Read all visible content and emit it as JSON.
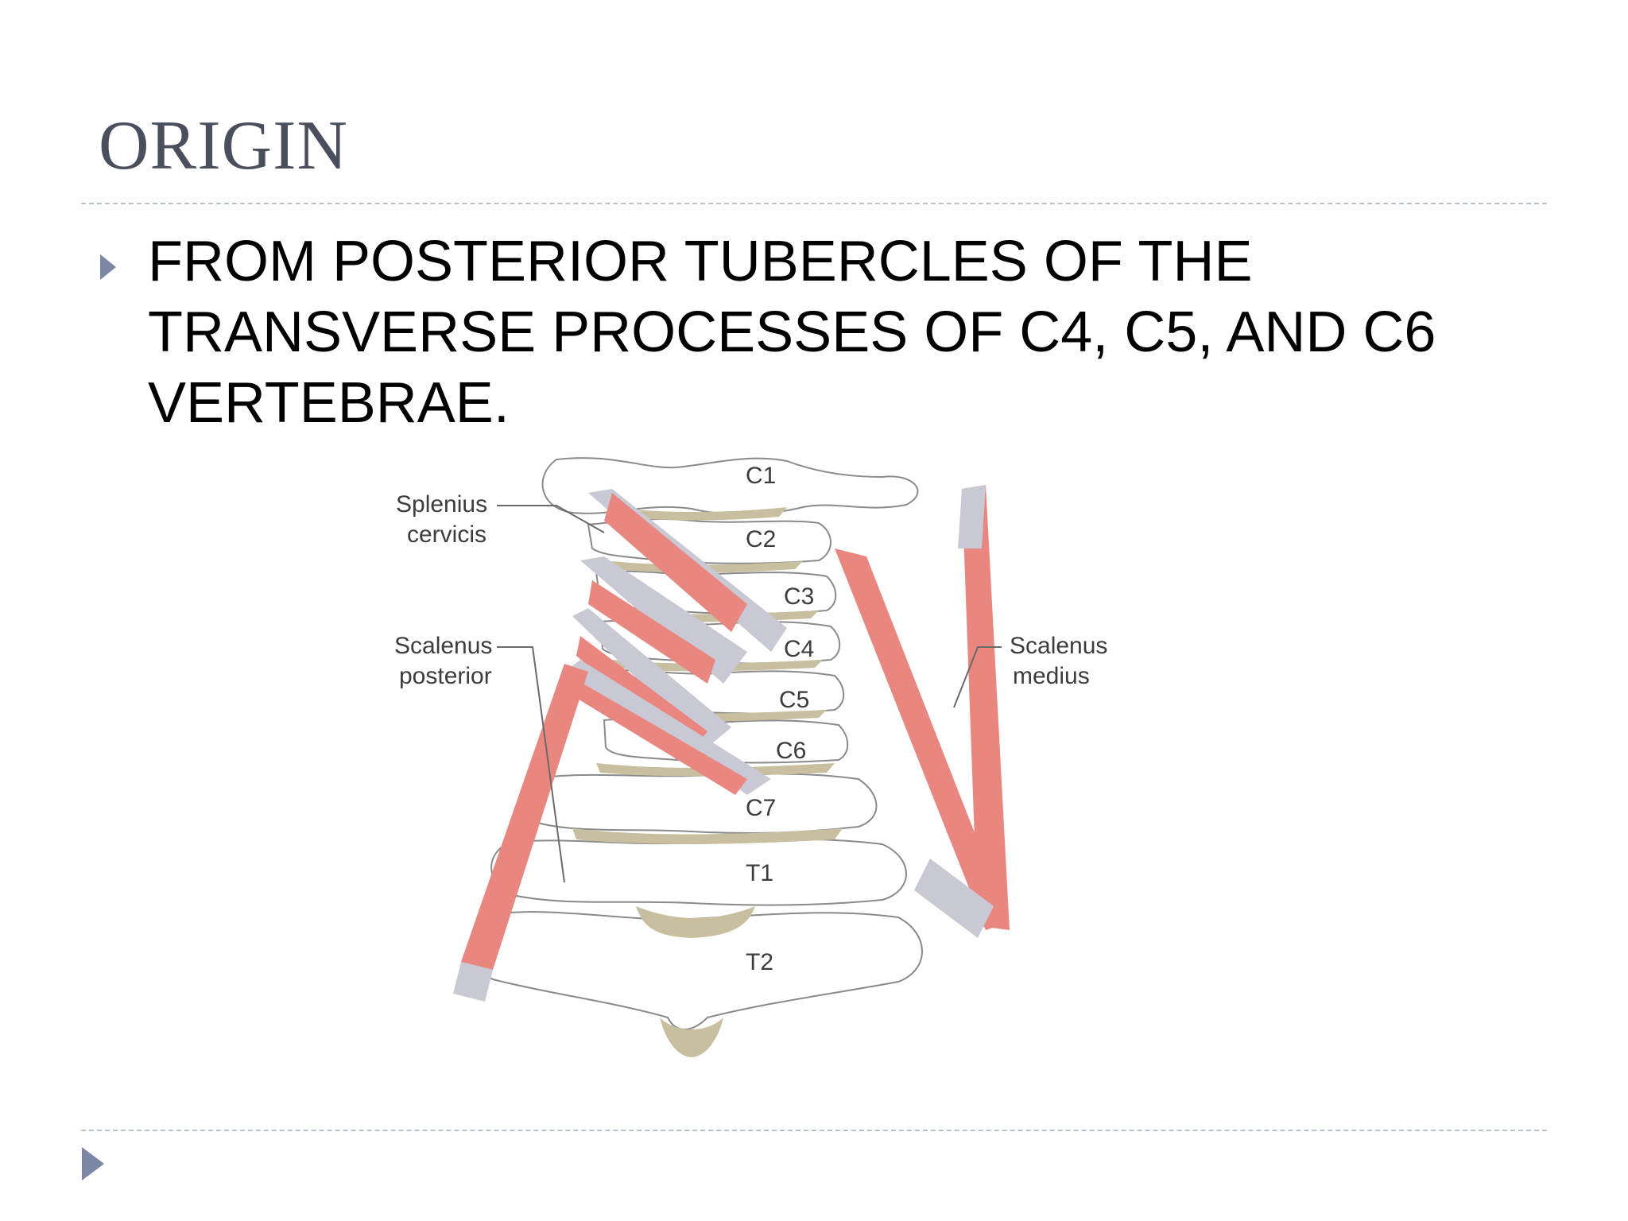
{
  "slide": {
    "title": "ORIGIN",
    "bullet": "FROM POSTERIOR TUBERCLES OF THE TRANSVERSE PROCESSES OF C4, C5, AND C6 VERTEBRAE."
  },
  "figure": {
    "labels": {
      "splenius_line1": "Splenius",
      "splenius_line2": "cervicis",
      "scalenus_post_line1": "Scalenus",
      "scalenus_post_line2": "posterior",
      "scalenus_med_line1": "Scalenus",
      "scalenus_med_line2": "medius"
    },
    "vertebrae": [
      "C1",
      "C2",
      "C3",
      "C4",
      "C5",
      "C6",
      "C7",
      "T1",
      "T2"
    ]
  },
  "colors": {
    "title": "#4a4f5e",
    "accent": "#7c87a4",
    "muscle": "#e9867f",
    "tendon": "#c9c9d6",
    "bone_outline": "#8a8a8a",
    "disc": "#c8bfa0"
  },
  "icons": {
    "bullet": "triangle-bullet-icon",
    "nav": "next-slide-arrow-icon"
  }
}
